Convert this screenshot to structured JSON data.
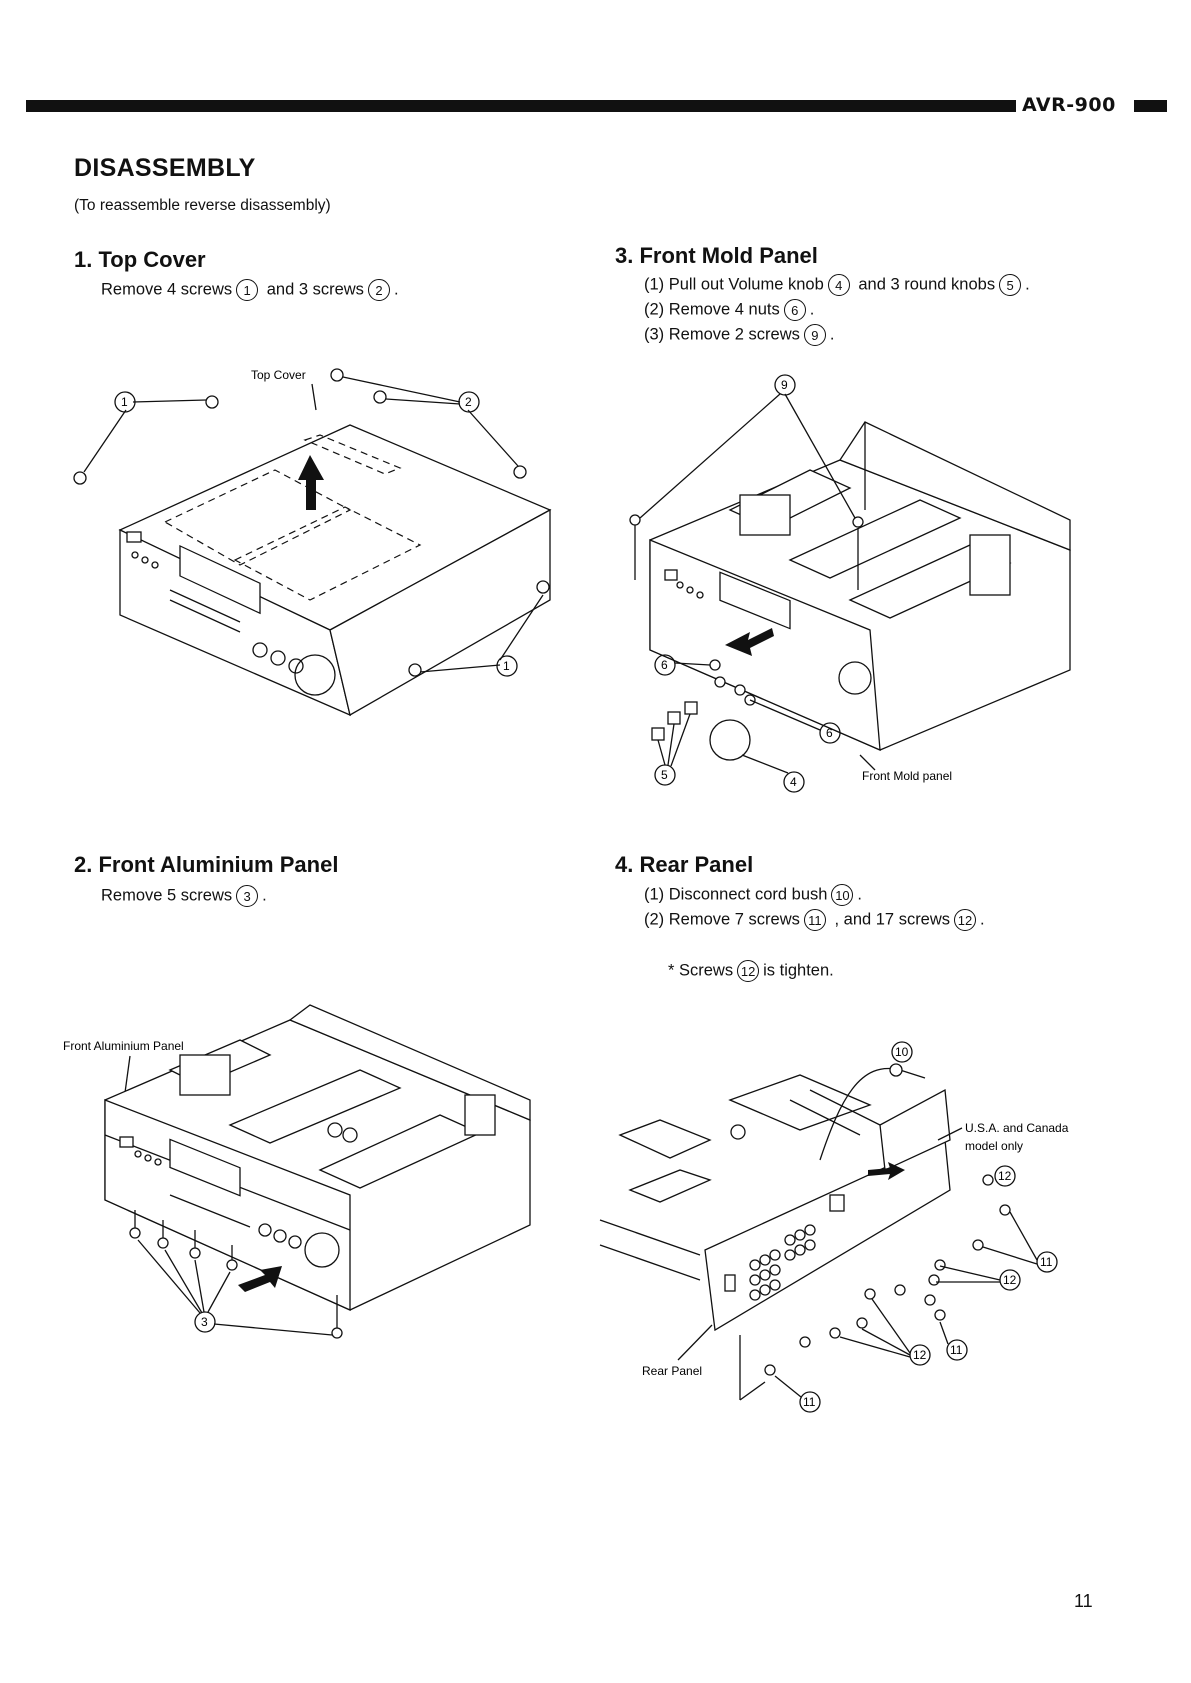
{
  "header": {
    "model": "AVR-900"
  },
  "doc": {
    "title": "DISASSEMBLY",
    "subtitle": "(To reassemble reverse disassembly)"
  },
  "sections": {
    "s1": {
      "title": "1. Top Cover",
      "l1a": "Remove 4 screws",
      "l1b": "and 3 screws",
      "l1c": ".",
      "fig": {
        "top_cover": "Top Cover"
      }
    },
    "s2": {
      "title": "2. Front Aluminium Panel",
      "l1a": "Remove 5 screws",
      "l1b": ".",
      "fig": {
        "panel": "Front Aluminium Panel"
      }
    },
    "s3": {
      "title": "3. Front Mold Panel",
      "l1a": "(1) Pull out Volume knob",
      "l1b": "and 3 round knobs",
      "l1c": ".",
      "l2a": "(2) Remove 4 nuts",
      "l2b": ".",
      "l3a": "(3) Remove 2 screws",
      "l3b": ".",
      "fig": {
        "panel": "Front Mold panel"
      }
    },
    "s4": {
      "title": "4. Rear Panel",
      "l1a": "(1) Disconnect cord bush",
      "l1b": ".",
      "l2a": "(2) Remove 7 screws",
      "l2b": ", and 17 screws",
      "l2c": ".",
      "note_a": "* Screws",
      "note_b": "is tighten.",
      "fig": {
        "usa1": "U.S.A. and Canada",
        "usa2": "model only",
        "panel": "Rear Panel"
      }
    }
  },
  "markers": {
    "m1": "1",
    "m2": "2",
    "m3": "3",
    "m4": "4",
    "m5": "5",
    "m6": "6",
    "m9": "9",
    "m10": "10",
    "m11": "11",
    "m12": "12"
  },
  "page": {
    "number": "11"
  }
}
